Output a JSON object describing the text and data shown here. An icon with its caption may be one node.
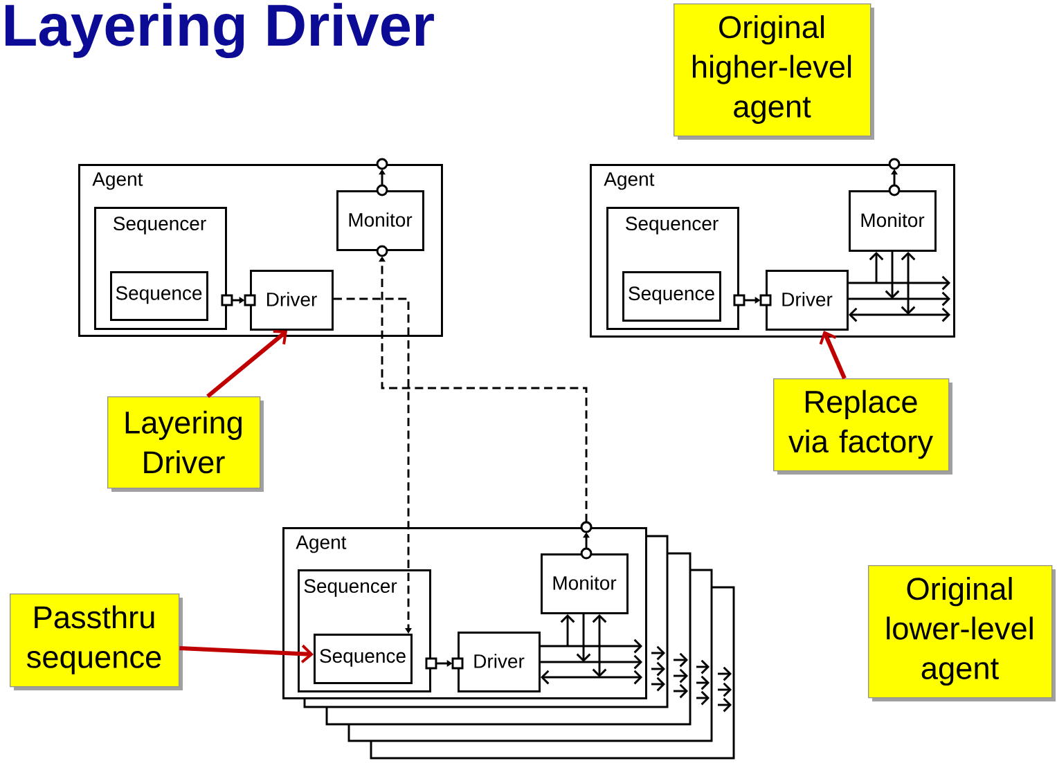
{
  "diagram": {
    "title": "Layering Driver",
    "nodes": [
      {
        "text": [
          "Agent"
        ]
      },
      {
        "text": [
          "Sequencer"
        ],
        "in": 0
      },
      {
        "text": [
          "Sequence"
        ],
        "in": 1
      },
      {
        "text": [
          "Driver"
        ],
        "in": 0
      },
      {
        "text": [
          "Monitor"
        ],
        "in": 0
      },
      {
        "text": [
          "Agent"
        ]
      },
      {
        "text": [
          "Sequencer"
        ],
        "in": 5
      },
      {
        "text": [
          "Sequence"
        ],
        "in": 6
      },
      {
        "text": [
          "Driver"
        ],
        "in": 5
      },
      {
        "text": [
          "Monitor"
        ],
        "in": 5
      },
      {
        "text": [
          "Agent"
        ]
      },
      {
        "text": [
          "Sequencer"
        ],
        "in": 10
      },
      {
        "text": [
          "Sequence"
        ],
        "in": 11
      },
      {
        "text": [
          "Driver"
        ],
        "in": 10
      },
      {
        "text": [
          "Monitor"
        ],
        "in": 10
      },
      {
        "text": [
          "Original higher-level agent"
        ]
      },
      {
        "text": [
          "Layering Driver"
        ]
      },
      {
        "text": [
          "Replace via factory"
        ]
      },
      {
        "text": [
          "Passthru sequence"
        ]
      },
      {
        "text": [
          "Original lower-level agent"
        ]
      }
    ],
    "edges": [
      {
        "from": 1,
        "to": 3,
        "arrow": "to"
      },
      {
        "from": 4,
        "to": 0,
        "arrow": "to"
      },
      {
        "from": 6,
        "to": 8,
        "arrow": "to"
      },
      {
        "from": 9,
        "to": 5,
        "arrow": "to"
      },
      {
        "from": 8,
        "to": null,
        "arrow": "to"
      },
      {
        "from": 8,
        "to": null,
        "arrow": "to"
      },
      {
        "from": 8,
        "to": null,
        "arrow": "both"
      },
      {
        "from": null,
        "to": 9,
        "arrow": "to"
      },
      {
        "from": 9,
        "to": null,
        "arrow": "to"
      },
      {
        "from": null,
        "to": 9,
        "arrow": "both"
      },
      {
        "from": 11,
        "to": 13,
        "arrow": "to"
      },
      {
        "from": 14,
        "to": 10,
        "arrow": "to"
      },
      {
        "from": 13,
        "to": null,
        "arrow": "to"
      },
      {
        "from": 13,
        "to": null,
        "arrow": "to"
      },
      {
        "from": 13,
        "to": null,
        "arrow": "both"
      },
      {
        "from": null,
        "to": 14,
        "arrow": "to"
      },
      {
        "from": 14,
        "to": null,
        "arrow": "to"
      },
      {
        "from": null,
        "to": 14,
        "arrow": "both"
      },
      {
        "from": 3,
        "to": 12,
        "arrow": "to",
        "style": "dashed"
      },
      {
        "from": 10,
        "to": 4,
        "arrow": "to",
        "style": "dashed"
      },
      {
        "from": 16,
        "to": 3,
        "arrow": "to",
        "style": "thick",
        "color": "#c00000"
      },
      {
        "from": 17,
        "to": 8,
        "arrow": "to",
        "style": "thick",
        "color": "#c00000"
      },
      {
        "from": 18,
        "to": 12,
        "arrow": "to",
        "style": "thick",
        "color": "#c00000"
      }
    ]
  }
}
